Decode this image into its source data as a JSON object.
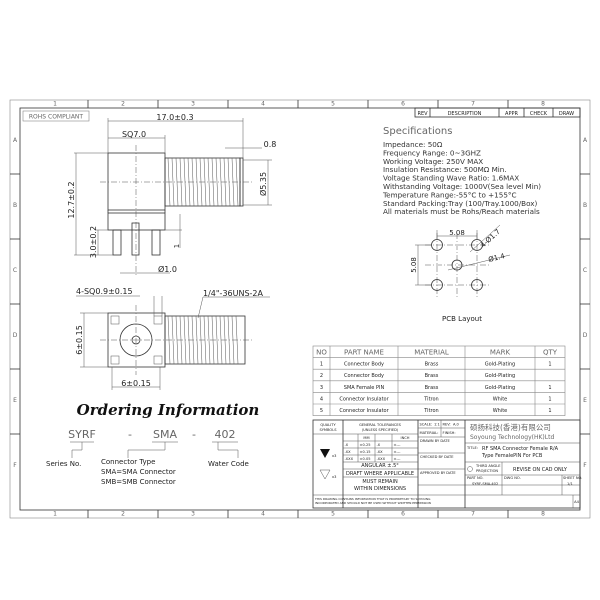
{
  "frame": {
    "columns": [
      "1",
      "2",
      "3",
      "4",
      "5",
      "6",
      "7",
      "8"
    ],
    "rows": [
      "A",
      "B",
      "C",
      "D",
      "E",
      "F"
    ]
  },
  "rohs_label": "ROHS COMPLIANT",
  "revision_header": {
    "rev": "REV",
    "description": "DESCRIPTION",
    "appr": "APPR",
    "check": "CHECK",
    "draw": "DRAW"
  },
  "specifications": {
    "title": "Specifications",
    "lines": [
      "Impedance: 50Ω",
      "Frequency Range: 0~3GHZ",
      "Working Voltage: 250V MAX",
      "Insulation Resistance: 500MΩ Min.",
      "Voltage Standing Wave Ratio: 1.6MAX",
      "Withstanding Voltage: 1000V(Sea level Min)",
      "Temperature Range:-55°C to +155°C",
      "Standard Packing:Tray (100/Tray.1000/Box)",
      "All materials must be Rohs/Reach materials"
    ]
  },
  "side_view": {
    "dim_length": "17.0±0.3",
    "dim_square": "SQ7.0",
    "dim_flange": "0.8",
    "dim_thread_dia": "Ø5.35",
    "dim_height": "12.7±0.2",
    "dim_pin_length": "3.0±0.2",
    "dim_standoff": "1",
    "dim_pin_dia": "Ø1.0"
  },
  "bottom_view": {
    "dim_pins": "4-SQ0.9±0.15",
    "dim_thread": "1/4\"-36UNS-2A",
    "dim_height": "6±0.15",
    "dim_width": "6±0.15"
  },
  "pcb_layout": {
    "title": "PCB Layout",
    "dim_x": "5.08",
    "dim_y": "5.08",
    "dim_holes": "4-Ø1.7",
    "dim_center": "Ø1.4"
  },
  "ordering": {
    "title": "Ordering Information",
    "code_parts": [
      "SYRF",
      "-",
      "SMA",
      "-",
      "402"
    ],
    "series_label": "Series No.",
    "connector_label": [
      "Connector Type",
      "SMA=SMA Connector",
      "SMB=SMB Connector"
    ],
    "water_label": "Water Code"
  },
  "parts_table": {
    "headers": [
      "NO",
      "PART NAME",
      "MATERIAL",
      "MARK",
      "QTY"
    ],
    "rows": [
      [
        "1",
        "Connector Body",
        "Brass",
        "Gold-Plating",
        "1"
      ],
      [
        "2",
        "Connector Body",
        "Brass",
        "Gold-Plating",
        ""
      ],
      [
        "3",
        "SMA Female PIN",
        "Brass",
        "Gold-Plating",
        "1"
      ],
      [
        "4",
        "Connector Insulator",
        "Titron",
        "White",
        "1"
      ],
      [
        "5",
        "Connector Insulator",
        "Titron",
        "White",
        "1"
      ]
    ]
  },
  "title_block": {
    "quality_symbols": [
      "QUALITY",
      "SYMBOLS"
    ],
    "tolerances_title": [
      "GENERAL TOLERANCES",
      "(UNLESS SPECIFIED)"
    ],
    "tol_headers": [
      "MM",
      "INCH"
    ],
    "tol_rows": [
      [
        ".X",
        "±0.25",
        ".X",
        "±---"
      ],
      [
        ".XX",
        "±0.15",
        ".XX",
        "±---"
      ],
      [
        ".XXX",
        "±0.05",
        ".XXX",
        "±---"
      ]
    ],
    "angular": "ANGULAR ±.5°",
    "draft": "DRAFT WHERE APPLICABLE",
    "must_remain": [
      "MUST REMAIN",
      "WITHIN DIMENSIONS"
    ],
    "scale_label": "SCALE:",
    "scale_value": "1:1",
    "rev_label": "REV:",
    "rev_value": "A.0",
    "material_label": "MATERIAL:",
    "finish_label": "FINISH:",
    "drawn_by": "DRAWN BY   DATE",
    "checked_by": "CHECKED BY   DATE",
    "approved_by": "APPROVED BY   DATE",
    "company_cn": "硕扬科技(香港)有限公司",
    "company_en": "Soyoung Technology(HK)Ltd",
    "title_label": "TITLE:",
    "title_lines": [
      "RF SMA Connector Female R/A",
      "Type FemalePIN  For PCB"
    ],
    "projection": [
      "THIRD ANGLE",
      "PROJECTION"
    ],
    "revise_note": "REVISE ON CAD ONLY",
    "part_no_label": "PART NO.",
    "part_no": "SYRF-SMA-402",
    "dwg_no_label": "DWG NO.",
    "sheet_label": "SHEET NO.",
    "sheet_value": "1/1",
    "size": "A4",
    "proprietary": [
      "THIS DRAWING CONTAINS INFORMATION THAT IS PROPRIETARY TO SOYOUNG",
      "INCORPORATED AND SHOULD NOT BE USED WITHOUT WRITTEN PERMISSION"
    ],
    "sym_labels": [
      "x3",
      "x3"
    ]
  }
}
